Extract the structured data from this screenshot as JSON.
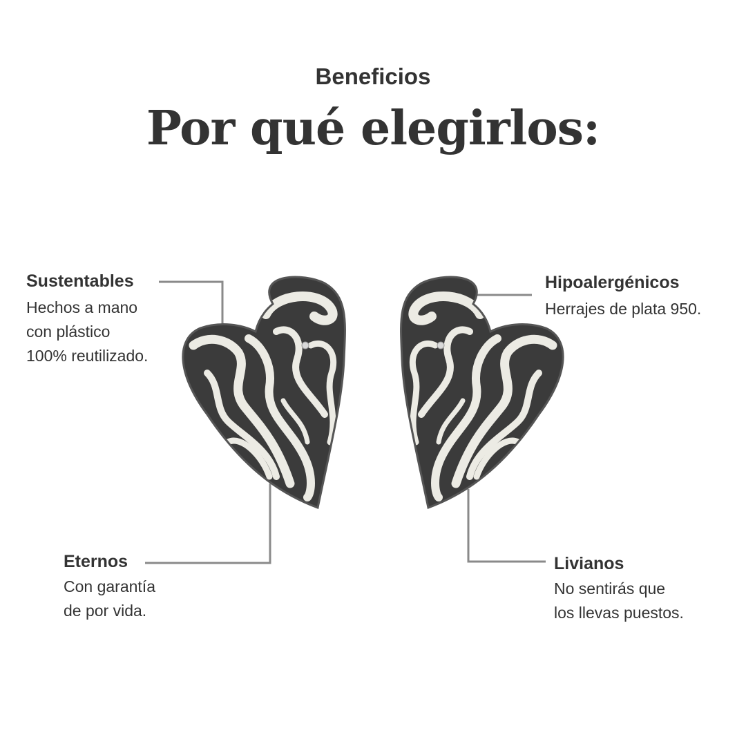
{
  "header": {
    "eyebrow": "Beneficios",
    "title": "Por qué elegirlos:"
  },
  "benefits": {
    "sustentables": {
      "title": "Sustentables",
      "lines": [
        "Hechos a mano",
        "con plástico",
        "100% reutilizado."
      ]
    },
    "hipoalergenicos": {
      "title": "Hipoalergénicos",
      "lines": [
        "Herrajes de plata 950."
      ]
    },
    "eternos": {
      "title": "Eternos",
      "lines": [
        "Con garantía",
        "de por vida."
      ]
    },
    "livianos": {
      "title": "Livianos",
      "lines": [
        "No sentirás que",
        "los llevas puestos."
      ]
    }
  },
  "colors": {
    "text": "#333333",
    "connector": "#8a8a8a",
    "earring_dark": "#3b3b3b",
    "earring_light": "#ecebe4"
  }
}
